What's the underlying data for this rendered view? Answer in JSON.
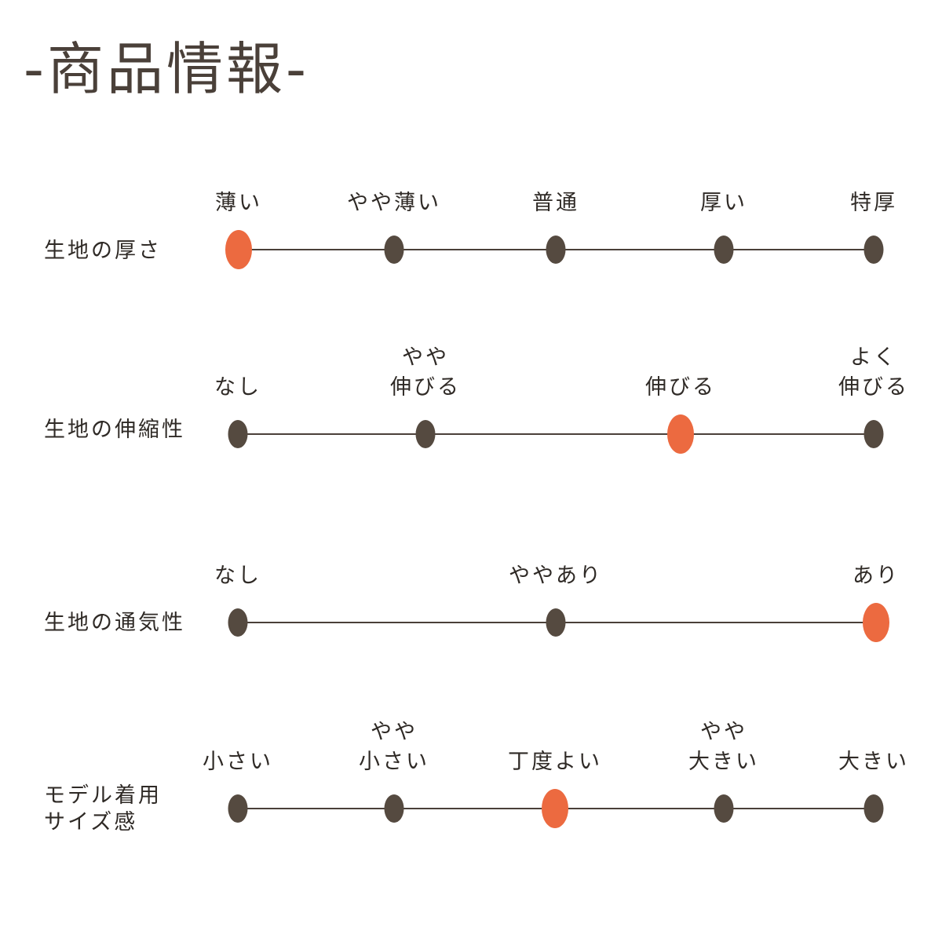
{
  "title": "-商品情報-",
  "colors": {
    "dot": "#554a40",
    "selected": "#ec6a40",
    "text": "#2f2a26"
  },
  "rows": [
    {
      "label": [
        "生地の厚さ"
      ],
      "selected": 0,
      "options": [
        [
          "薄い"
        ],
        [
          "やや薄い"
        ],
        [
          "普通"
        ],
        [
          "厚い"
        ],
        [
          "特厚"
        ]
      ]
    },
    {
      "label": [
        "生地の伸縮性"
      ],
      "selected": 2,
      "options": [
        [
          "なし"
        ],
        [
          "やや",
          "伸びる"
        ],
        [
          "伸びる"
        ],
        [
          "よく",
          "伸びる"
        ]
      ]
    },
    {
      "label": [
        "生地の通気性"
      ],
      "selected": 2,
      "options": [
        [
          "なし"
        ],
        [
          "ややあり"
        ],
        [
          "あり"
        ]
      ]
    },
    {
      "label": [
        "モデル着用",
        "サイズ感"
      ],
      "selected": 2,
      "options": [
        [
          "小さい"
        ],
        [
          "やや",
          "小さい"
        ],
        [
          "丁度よい"
        ],
        [
          "やや",
          "大きい"
        ],
        [
          "大きい"
        ]
      ]
    }
  ]
}
